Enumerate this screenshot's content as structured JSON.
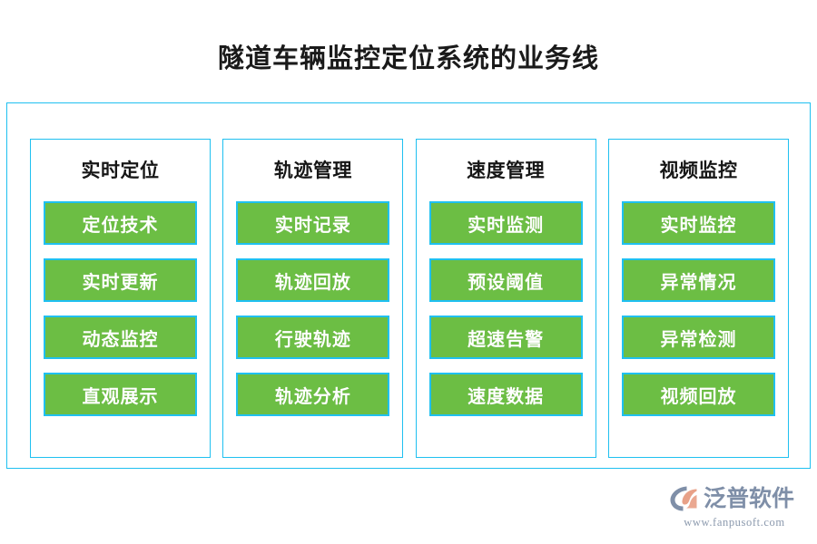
{
  "page": {
    "title": "隧道车辆监控定位系统的业务线"
  },
  "colors": {
    "border_cyan": "#1FC0F0",
    "chip_green": "#6CBE44",
    "title_text": "#1a1a1a",
    "chip_text": "#ffffff",
    "brand_blue_gray": "#7F8FA8",
    "brand_orange": "#E8A188"
  },
  "board": {
    "columns": [
      {
        "title": "实时定位",
        "items": [
          "定位技术",
          "实时更新",
          "动态监控",
          "直观展示"
        ]
      },
      {
        "title": "轨迹管理",
        "items": [
          "实时记录",
          "轨迹回放",
          "行驶轨迹",
          "轨迹分析"
        ]
      },
      {
        "title": "速度管理",
        "items": [
          "实时监测",
          "预设阈值",
          "超速告警",
          "速度数据"
        ]
      },
      {
        "title": "视频监控",
        "items": [
          "实时监控",
          "异常情况",
          "异常检测",
          "视频回放"
        ]
      }
    ]
  },
  "brand": {
    "logo_icon": "fanpu-swoosh-logo-icon",
    "name": "泛普软件",
    "url": "www.fanpusoft.com"
  }
}
